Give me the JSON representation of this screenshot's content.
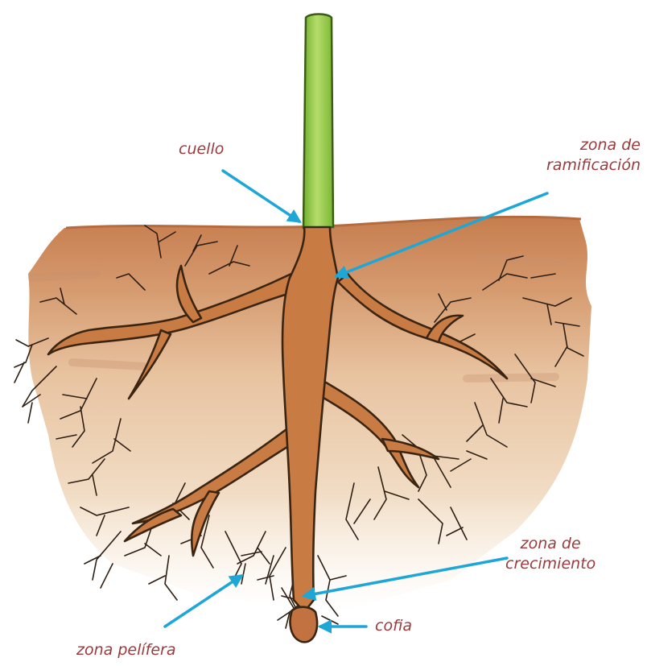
{
  "labels": {
    "cuello": "cuello",
    "ramificacion_line1": "zona de",
    "ramificacion_line2": "ramificación",
    "crecimiento_line1": "zona de",
    "crecimiento_line2": "crecimiento",
    "cofia": "cofia",
    "pelifera": "zona pelífera"
  },
  "colors": {
    "label_text": "#9b3a3c",
    "pointer_arrow": "#1ea7d6",
    "stem": "#9bcf45",
    "root_fill": "#c97b44",
    "root_outline": "#3a2412",
    "soil_top": "#c9875a",
    "soil_bottom": "#efdcc2"
  }
}
